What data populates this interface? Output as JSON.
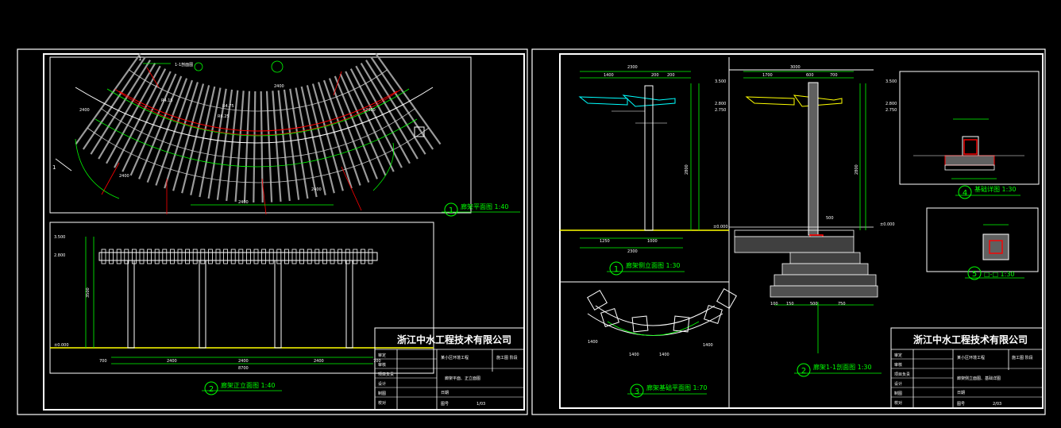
{
  "colors": {
    "background": "#000000",
    "frame": "#ffffff",
    "green": "#00ff00",
    "red": "#ff0000",
    "yellow": "#ffff00",
    "cyan": "#00ffff",
    "grey": "#b0b0b0"
  },
  "sheet_left": {
    "view_labels": {
      "plan": {
        "num": "1",
        "text": "廊架平面图 1:40"
      },
      "elevation": {
        "num": "2",
        "text": "廊架正立面图 1:40"
      }
    },
    "plan_dims": {
      "section_mark": "1",
      "section_tag": "1-1剖面图",
      "cut_mark": "1",
      "arc_inner": "2400",
      "arc_middle": "2400",
      "arc_outer": "2400",
      "radius_a": "R4.15",
      "radius_b": "R4.75",
      "radius_c": "R6.25",
      "left_width": "2400",
      "bottom_width": "2400",
      "right_width": "2400"
    },
    "elevation_dims": {
      "level_top": "3.500",
      "level_mid": "2.800",
      "level_ground": "±0.000",
      "height_total": "3500",
      "spans": [
        "700",
        "2400",
        "2400",
        "2400",
        "700"
      ],
      "total_span": "8700"
    },
    "titleblock": {
      "company": "浙江中水工程技术有限公司",
      "project": "某小区环境工程",
      "drawing_title": "廊架平面、正立面图",
      "labels": [
        "审定",
        "审核",
        "项目负责",
        "设计",
        "制图",
        "校对"
      ],
      "stage_label": "施工图 阶段",
      "no_label": "图号",
      "date_label": "日期",
      "no_value": "1/03"
    }
  },
  "sheet_right": {
    "view_labels": {
      "side": {
        "num": "1",
        "text": "廊架侧立面图 1:30"
      },
      "foundation_plan": {
        "num": "3",
        "text": "廊架基础平面图 1:70"
      },
      "section": {
        "num": "2",
        "text": "廊架1-1剖面图 1:30"
      },
      "footing": {
        "num": "4",
        "text": "基础详图 1:30"
      },
      "detail": {
        "num": "5",
        "text": "□-□ 1:30"
      }
    },
    "side_dims": {
      "top": [
        "1400",
        "200",
        "200"
      ],
      "total": "2300",
      "level_a": "3.500",
      "level_b": "2.800",
      "level_c": "2.750",
      "ground": "±0.000",
      "bottom": [
        "1250",
        "1000"
      ],
      "bottom_total": "2300",
      "height": "2800"
    },
    "section_dims": {
      "top": [
        "1700",
        "600",
        "700"
      ],
      "total": "3000",
      "level_a": "3.500",
      "level_b": "2.800",
      "level_c": "2.750",
      "ground": "±0.000",
      "bottom": [
        "100",
        "150",
        "500",
        "750"
      ],
      "height": "2800",
      "width_500": "500"
    },
    "foundation_dims": [
      "1400",
      "1400",
      "1400",
      "1400"
    ],
    "titleblock": {
      "company": "浙江中水工程技术有限公司",
      "project": "某小区环境工程",
      "drawing_title": "廊架侧立面图、基础详图",
      "labels": [
        "审定",
        "审核",
        "项目负责",
        "设计",
        "制图",
        "校对"
      ],
      "stage_label": "施工图 阶段",
      "no_label": "图号",
      "date_label": "日期",
      "no_value": "2/03"
    }
  }
}
